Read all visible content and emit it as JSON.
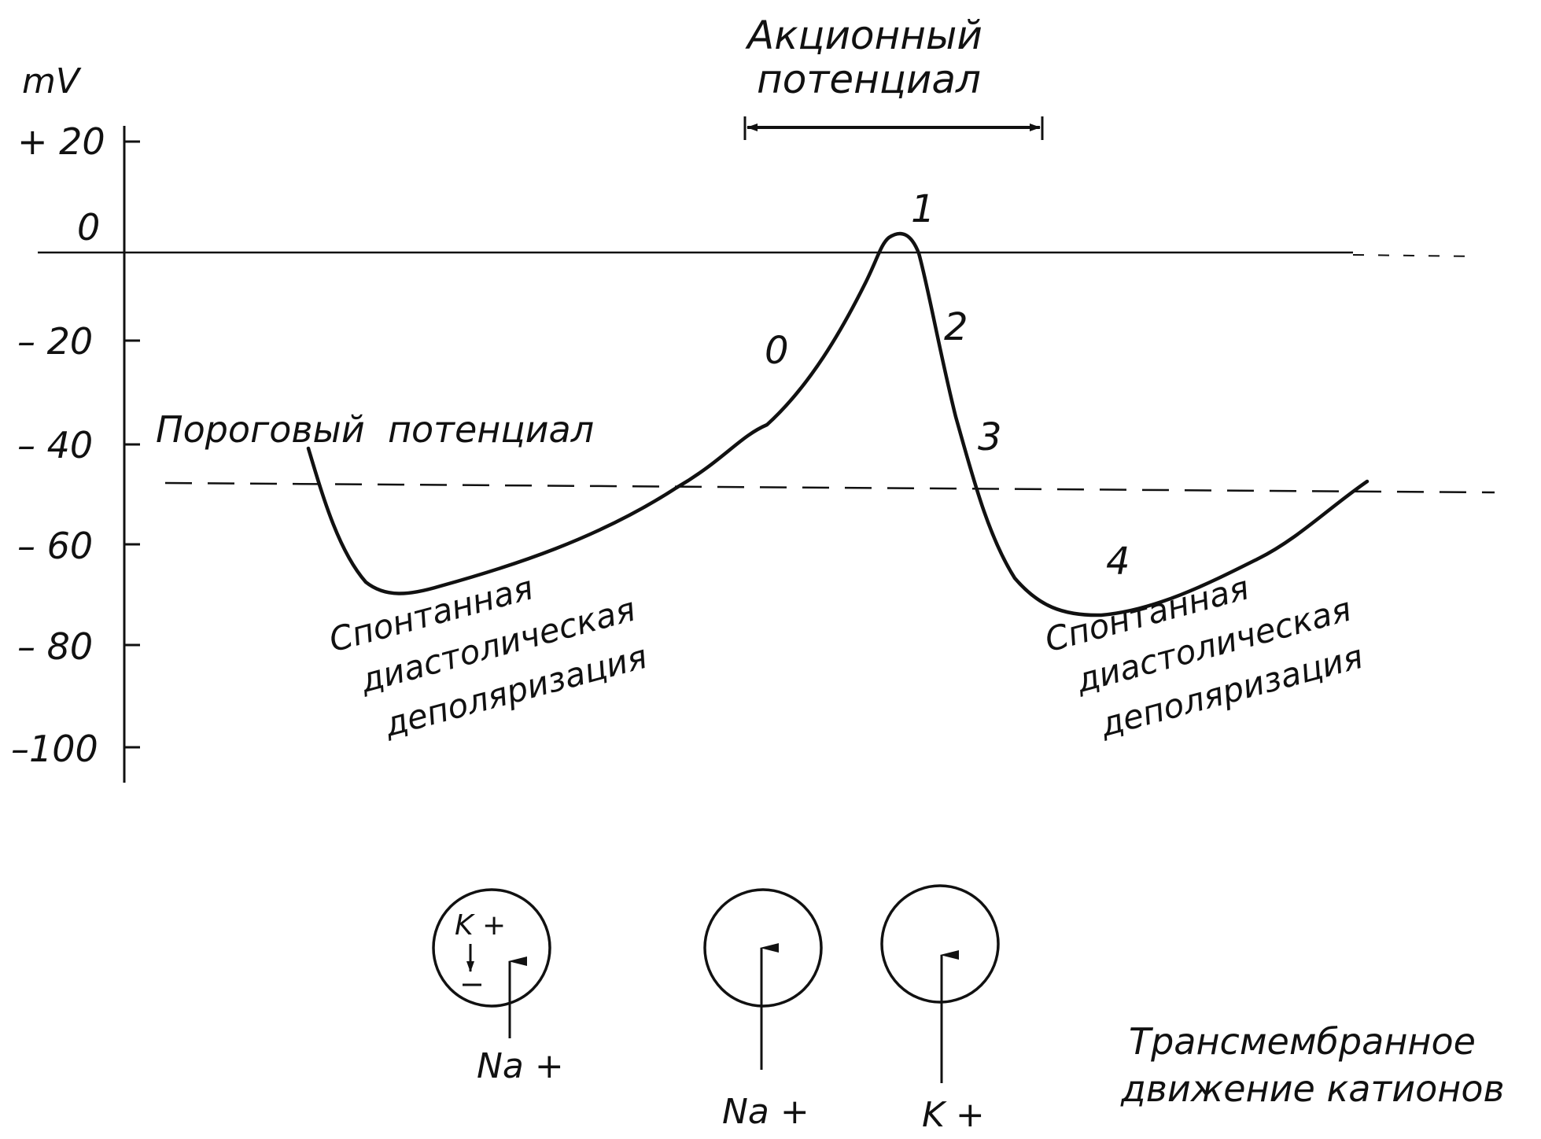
{
  "axis": {
    "unit": "mV",
    "ticks": [
      {
        "value": 20,
        "label": "+ 20"
      },
      {
        "value": 0,
        "label": "0"
      },
      {
        "value": -20,
        "label": "– 20"
      },
      {
        "value": -40,
        "label": "– 40"
      },
      {
        "value": -60,
        "label": "– 60"
      },
      {
        "value": -80,
        "label": "– 80"
      },
      {
        "value": -100,
        "label": "–100"
      }
    ]
  },
  "labels": {
    "action_potential_line1": "Акционный",
    "action_potential_line2": "потенциал",
    "threshold": "Пороговый  потенциал",
    "phase_0": "0",
    "phase_1": "1",
    "phase_2": "2",
    "phase_3": "3",
    "phase_4": "4",
    "left_depol_1": "Спонтанная",
    "left_depol_2": "диастолическая",
    "left_depol_3": "деполяризация",
    "right_depol_1": "Спонтанная",
    "right_depol_2": "диастолическая",
    "right_depol_3": "деполяризация",
    "transmembrane_1": "Трансмембранное",
    "transmembrane_2": "движение катионов"
  },
  "ions": {
    "circle1_k": "K +",
    "circle1_na": "Na +",
    "circle2_na": "Na +",
    "circle3_k": "K +"
  },
  "colors": {
    "ink": "#111111",
    "background": "#ffffff"
  }
}
